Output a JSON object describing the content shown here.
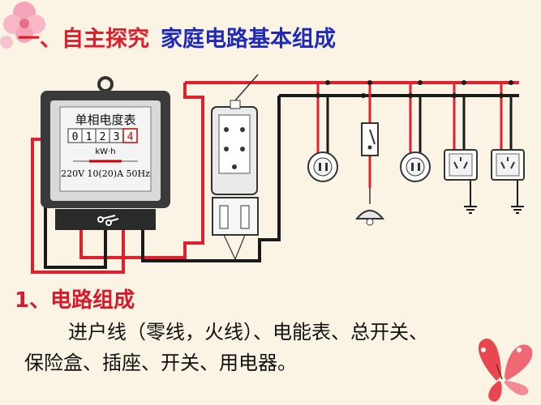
{
  "header": {
    "section_label": "一、自主探究",
    "topic": "家庭电路基本组成"
  },
  "meter": {
    "name": "单相电度表",
    "digits": [
      "0",
      "1",
      "2",
      "3",
      "4"
    ],
    "unit": "kW·h",
    "rating": "220V 10(20)A 50Hz"
  },
  "content": {
    "heading": "1、电路组成",
    "line1": "进户线（零线，火线）、电能表、总开关、",
    "line2": "保险盒、插座、开关、用电器。"
  },
  "colors": {
    "live_wire": "#e0202c",
    "neutral_wire": "#1a1a1a",
    "title_red": "#e01e2b",
    "title_blue": "#1f2bb8",
    "background": "#fbf4e4"
  },
  "icons": [
    "butterfly-icon",
    "flower-icon",
    "lamp-icon",
    "socket-icon",
    "switch-icon"
  ]
}
